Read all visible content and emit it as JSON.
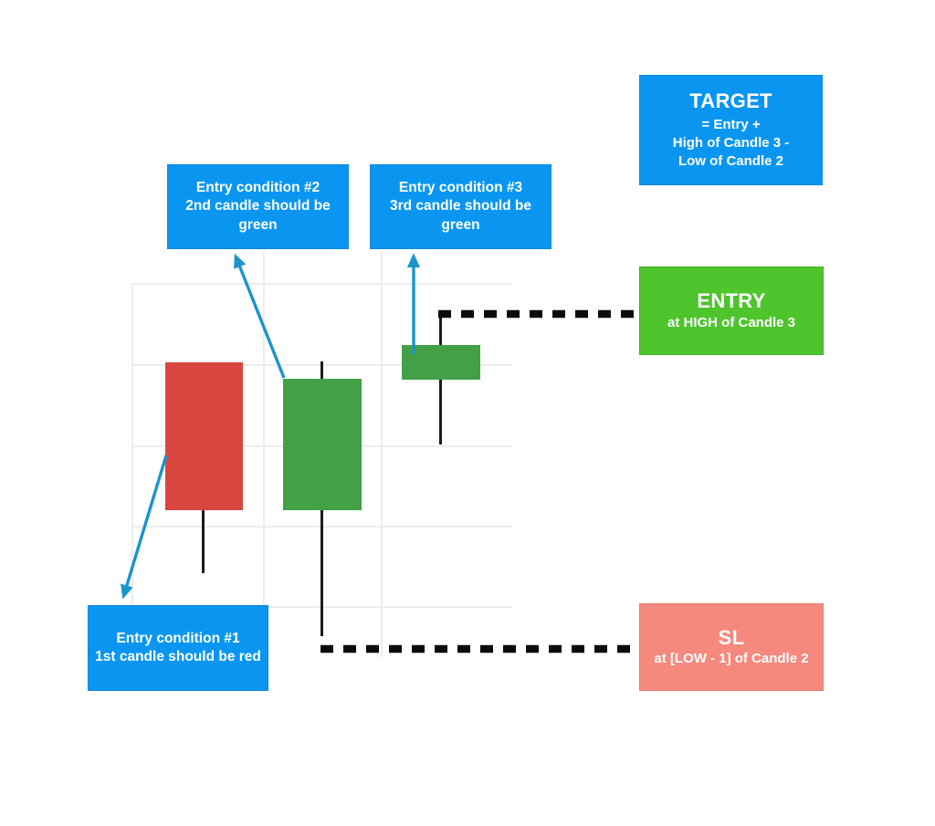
{
  "colors": {
    "box_blue": "#0a96f0",
    "box_blue_border": "#0c89dd",
    "candle_red": "#d9463f",
    "candle_green": "#43a047",
    "entry_green": "#4ec42d",
    "entry_green_border": "#3fb11f",
    "sl_salmon": "#f6897e",
    "sl_salmon_border": "#ef796d",
    "arrow_blue": "#1b95cc",
    "dash_black": "#0b0b0b",
    "grid_gray": "#ededed",
    "wick_black": "#1c1c1c",
    "label_text": "#ffffff"
  },
  "diagram": {
    "target_box": {
      "title": "TARGET",
      "lines": [
        "= Entry +",
        "High of Candle 3 -",
        "Low of Candle 2"
      ]
    },
    "entry_box": {
      "title": "ENTRY",
      "subtitle": "at HIGH of Candle 3"
    },
    "sl_box": {
      "title": "SL",
      "subtitle": "at [LOW - 1] of Candle 2"
    },
    "condition_boxes": [
      {
        "lines": [
          "Entry condition #1",
          "1st candle should be red"
        ]
      },
      {
        "lines": [
          "Entry condition #2",
          "2nd candle should be green"
        ]
      },
      {
        "lines": [
          "Entry condition #3",
          "3rd candle should be green"
        ]
      }
    ],
    "candles": [
      {
        "id": 1,
        "color": "red",
        "direction": "bearish"
      },
      {
        "id": 2,
        "color": "green",
        "direction": "bullish"
      },
      {
        "id": 3,
        "color": "green",
        "direction": "bullish"
      }
    ]
  }
}
